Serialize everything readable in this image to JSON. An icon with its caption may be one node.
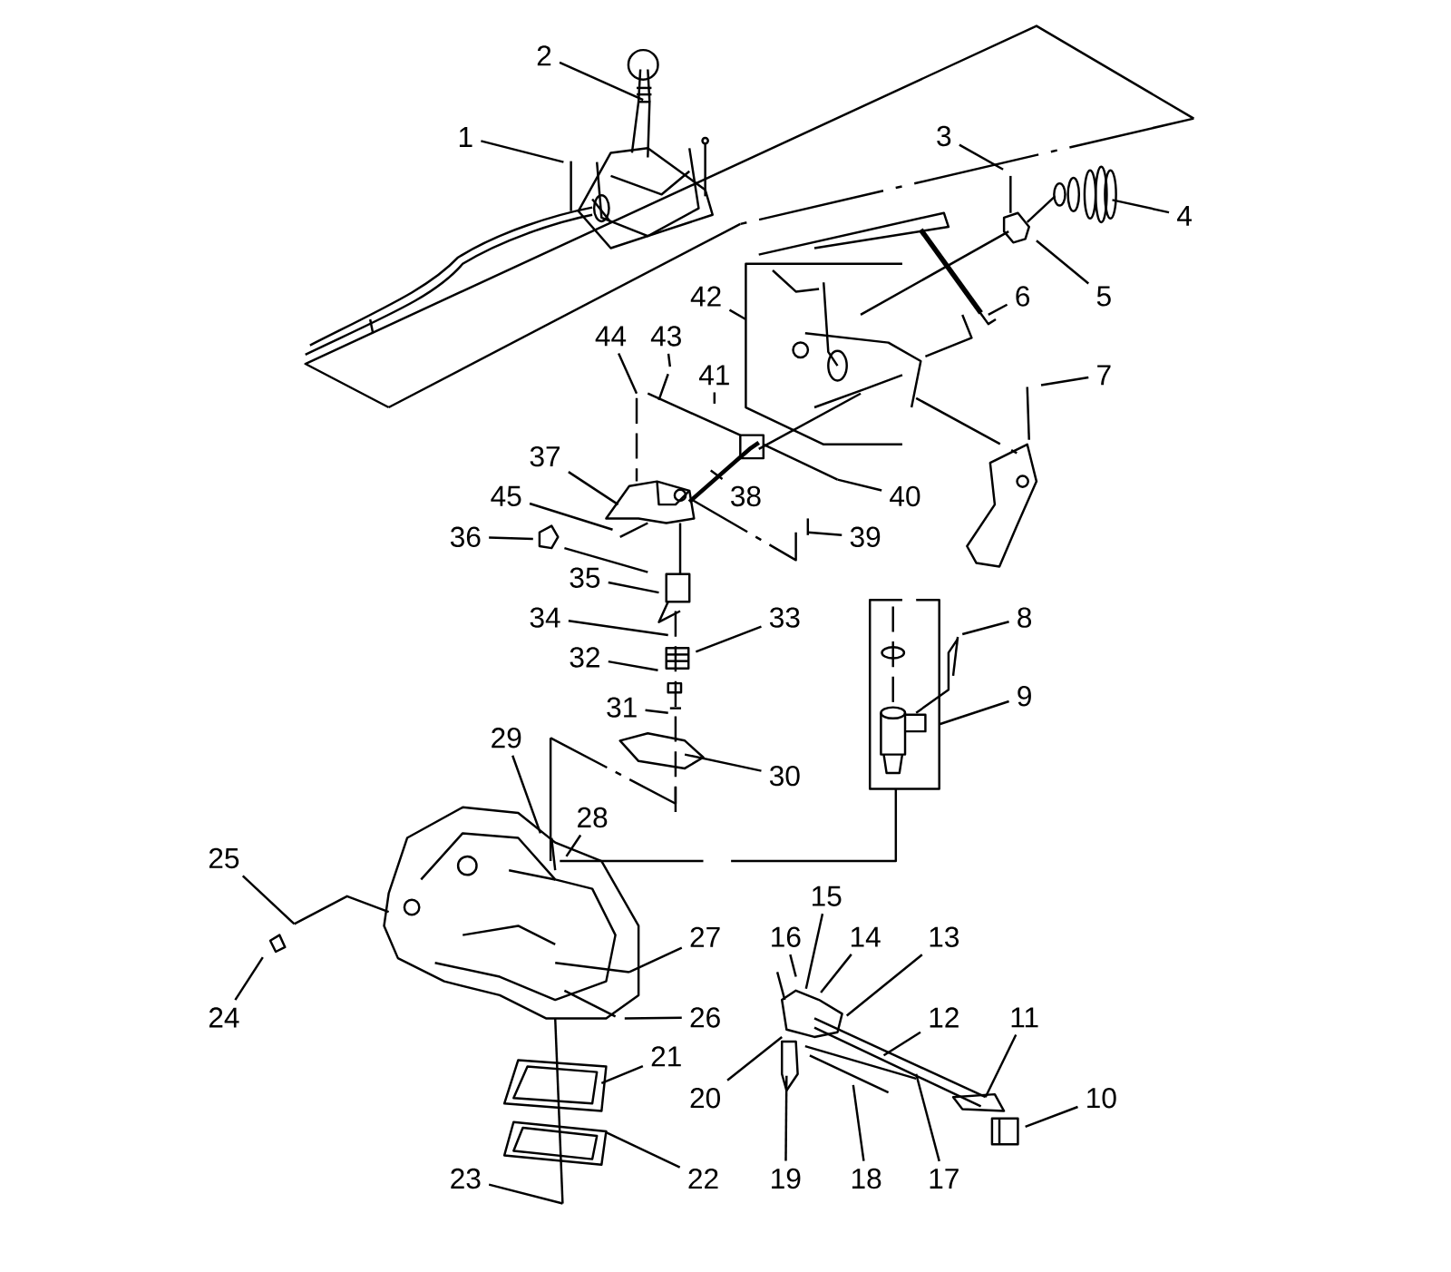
{
  "diagram": {
    "nodes": [
      {
        "text": [
          "1"
        ]
      },
      {
        "text": [
          "2"
        ]
      },
      {
        "text": [
          "3"
        ]
      },
      {
        "text": [
          "4"
        ]
      },
      {
        "text": [
          "5"
        ]
      },
      {
        "text": [
          "6"
        ]
      },
      {
        "text": [
          "7"
        ]
      },
      {
        "text": [
          "8"
        ]
      },
      {
        "text": [
          "9"
        ]
      },
      {
        "text": [
          "10"
        ]
      },
      {
        "text": [
          "11"
        ]
      },
      {
        "text": [
          "12"
        ]
      },
      {
        "text": [
          "13"
        ]
      },
      {
        "text": [
          "14"
        ]
      },
      {
        "text": [
          "15"
        ]
      },
      {
        "text": [
          "16"
        ]
      },
      {
        "text": [
          "17"
        ]
      },
      {
        "text": [
          "18"
        ]
      },
      {
        "text": [
          "19"
        ]
      },
      {
        "text": [
          "20"
        ]
      },
      {
        "text": [
          "21"
        ]
      },
      {
        "text": [
          "22"
        ]
      },
      {
        "text": [
          "23"
        ]
      },
      {
        "text": [
          "24"
        ]
      },
      {
        "text": [
          "25"
        ]
      },
      {
        "text": [
          "26"
        ]
      },
      {
        "text": [
          "27"
        ]
      },
      {
        "text": [
          "28"
        ]
      },
      {
        "text": [
          "29"
        ]
      },
      {
        "text": [
          "30"
        ]
      },
      {
        "text": [
          "31"
        ]
      },
      {
        "text": [
          "32"
        ]
      },
      {
        "text": [
          "33"
        ]
      },
      {
        "text": [
          "34"
        ]
      },
      {
        "text": [
          "35"
        ]
      },
      {
        "text": [
          "36"
        ]
      },
      {
        "text": [
          "37"
        ]
      },
      {
        "text": [
          "38"
        ]
      },
      {
        "text": [
          "39"
        ]
      },
      {
        "text": [
          "40"
        ]
      },
      {
        "text": [
          "41"
        ]
      },
      {
        "text": [
          "42"
        ]
      },
      {
        "text": [
          "43"
        ]
      },
      {
        "text": [
          "44"
        ]
      },
      {
        "text": [
          "45"
        ]
      }
    ],
    "edges": [
      {
        "from": 0,
        "to": null,
        "arrow": "none"
      },
      {
        "from": 1,
        "to": null,
        "arrow": "none"
      },
      {
        "from": 2,
        "to": null,
        "arrow": "none"
      },
      {
        "from": 3,
        "to": null,
        "arrow": "none"
      },
      {
        "from": 4,
        "to": null,
        "arrow": "none"
      },
      {
        "from": 5,
        "to": null,
        "arrow": "none"
      },
      {
        "from": 6,
        "to": null,
        "arrow": "none"
      },
      {
        "from": 7,
        "to": null,
        "arrow": "none"
      },
      {
        "from": 8,
        "to": null,
        "arrow": "none"
      },
      {
        "from": 9,
        "to": null,
        "arrow": "none"
      },
      {
        "from": 10,
        "to": null,
        "arrow": "none"
      },
      {
        "from": 11,
        "to": null,
        "arrow": "none"
      },
      {
        "from": 12,
        "to": null,
        "arrow": "none"
      },
      {
        "from": 13,
        "to": null,
        "arrow": "none"
      },
      {
        "from": 14,
        "to": null,
        "arrow": "none"
      },
      {
        "from": 15,
        "to": null,
        "arrow": "none"
      },
      {
        "from": 16,
        "to": null,
        "arrow": "none"
      },
      {
        "from": 17,
        "to": null,
        "arrow": "none"
      },
      {
        "from": 18,
        "to": null,
        "arrow": "none"
      },
      {
        "from": 19,
        "to": null,
        "arrow": "none"
      },
      {
        "from": 20,
        "to": null,
        "arrow": "none"
      },
      {
        "from": 21,
        "to": null,
        "arrow": "none"
      },
      {
        "from": 22,
        "to": null,
        "arrow": "none"
      },
      {
        "from": 23,
        "to": null,
        "arrow": "none"
      },
      {
        "from": 24,
        "to": null,
        "arrow": "none"
      },
      {
        "from": 25,
        "to": null,
        "arrow": "none"
      },
      {
        "from": 26,
        "to": null,
        "arrow": "none"
      },
      {
        "from": 27,
        "to": null,
        "arrow": "none"
      },
      {
        "from": 28,
        "to": null,
        "arrow": "none"
      },
      {
        "from": 29,
        "to": null,
        "arrow": "none"
      },
      {
        "from": 30,
        "to": null,
        "arrow": "none"
      },
      {
        "from": 31,
        "to": null,
        "arrow": "none"
      },
      {
        "from": 32,
        "to": null,
        "arrow": "none"
      },
      {
        "from": 33,
        "to": null,
        "arrow": "none"
      },
      {
        "from": 34,
        "to": null,
        "arrow": "none"
      },
      {
        "from": 35,
        "to": null,
        "arrow": "none"
      },
      {
        "from": 36,
        "to": null,
        "arrow": "none"
      },
      {
        "from": 37,
        "to": null,
        "arrow": "none"
      },
      {
        "from": 38,
        "to": null,
        "arrow": "none"
      },
      {
        "from": 39,
        "to": null,
        "arrow": "none"
      },
      {
        "from": 40,
        "to": null,
        "arrow": "none"
      },
      {
        "from": 41,
        "to": null,
        "arrow": "none"
      },
      {
        "from": 42,
        "to": null,
        "arrow": "none"
      },
      {
        "from": 43,
        "to": null,
        "arrow": "none"
      },
      {
        "from": 44,
        "to": null,
        "arrow": "none"
      }
    ]
  }
}
